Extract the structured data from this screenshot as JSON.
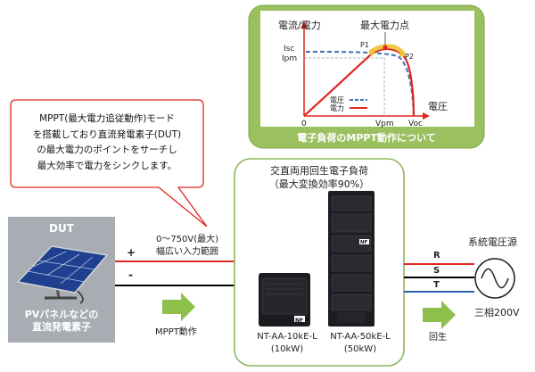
{
  "colors": {
    "green_panel": "#9bc05f",
    "green_panel_border": "#7aa63f",
    "green_box_border": "#8ab85a",
    "dut_gray": "#a7adb3",
    "line_red": "#e0261f",
    "line_black": "#000000",
    "line_blue": "#2d5fb0",
    "curve_power": "#e0261f",
    "curve_current": "#3f6fb7",
    "mpp_marker": "#f2c232",
    "arrow_green": "#8fc04c",
    "callout_border": "#e0261f"
  },
  "callout": {
    "lines": [
      "MPPT(最大電力追従動作)モード",
      "を搭載しており直流発電素子(DUT)",
      "の最大電力のポイントをサーチし",
      "最大効率で電力をシンクします。"
    ]
  },
  "mppt_graph": {
    "y_axis_label": "電流/電力",
    "x_axis_label": "電圧",
    "max_power_point_label": "最大電力点",
    "isc_label": "Isc",
    "ipm_label": "Ipm",
    "origin_label": "0",
    "vpm_label": "Vpm",
    "voc_label": "Voc",
    "p1_label": "P1",
    "p2_label": "P2",
    "legend_current": "電圧",
    "legend_power": "電力",
    "caption": "電子負荷のMPPT動作について"
  },
  "dut": {
    "title": "DUT",
    "caption_line1": "PVパネルなどの",
    "caption_line2": "直流発電素子"
  },
  "input_range": {
    "line1": "0～750V(最大)",
    "line2": "幅広い入力範囲",
    "plus": "+",
    "minus": "-"
  },
  "mppt_arrow_label": "MPPT動作",
  "load": {
    "title_line1": "交直両用回生電子負荷",
    "title_line2": "（最大変換効率90%）",
    "small_model": "NT-AA-10kE-L",
    "small_power": "(10kW)",
    "large_model": "NT-AA-50kE-L",
    "large_power": "(50kW)",
    "badge_text": "NF"
  },
  "grid": {
    "title": "系統電圧源",
    "phase_r": "R",
    "phase_s": "S",
    "phase_t": "T",
    "spec": "三相200V",
    "regen_label": "回生"
  }
}
